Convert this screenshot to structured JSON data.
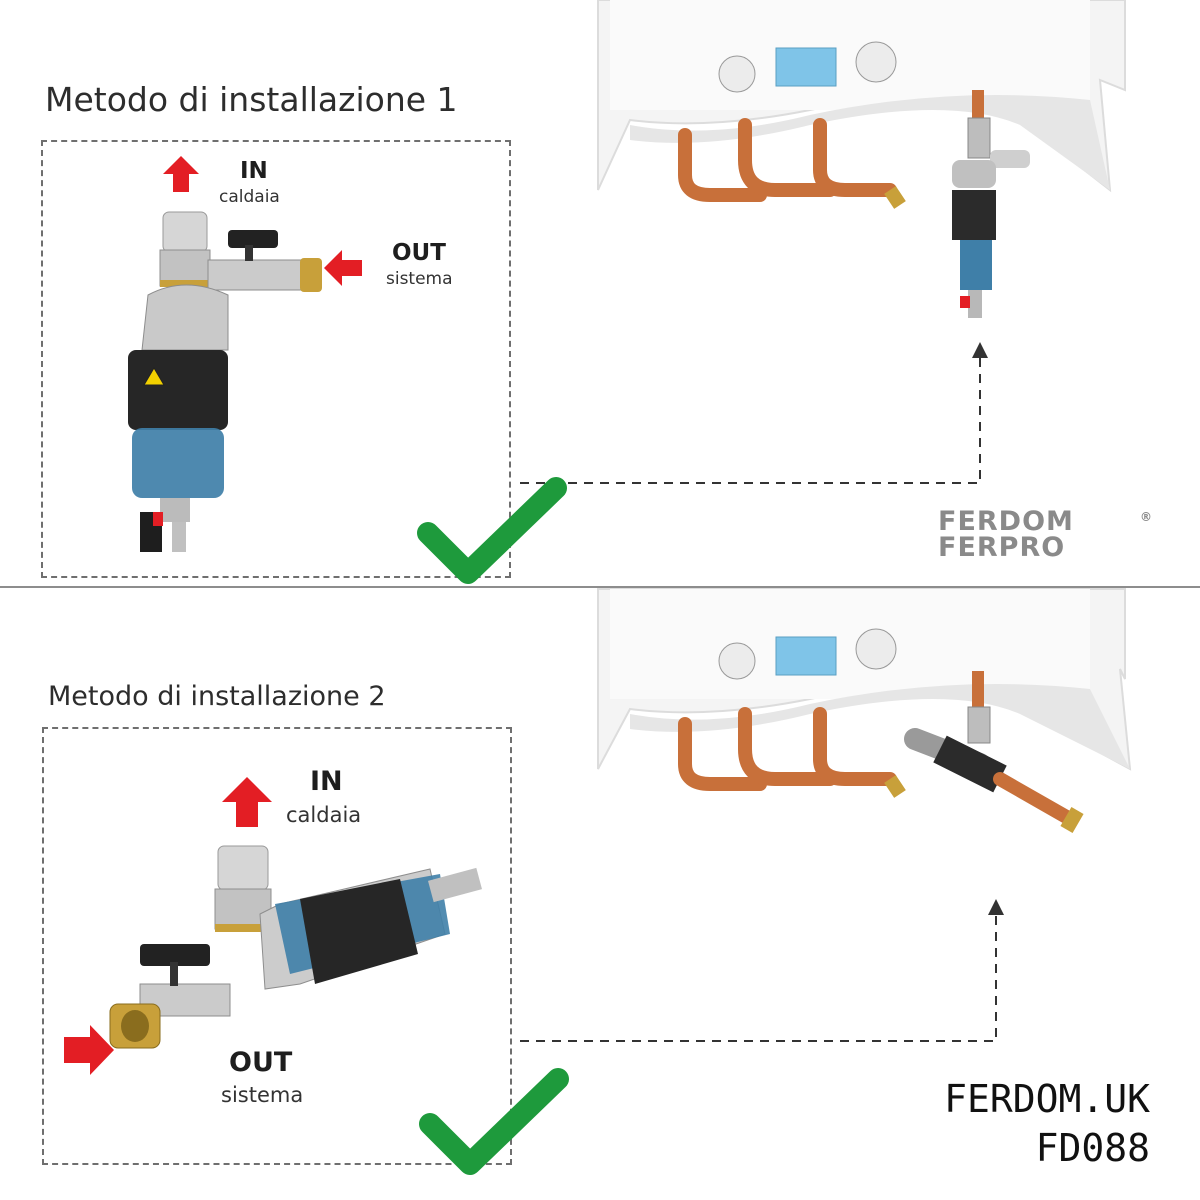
{
  "method1": {
    "title": "Metodo di installazione 1",
    "in_label": "IN",
    "in_sub": "caldaia",
    "out_label": "OUT",
    "out_sub": "sistema"
  },
  "method2": {
    "title": "Metodo di installazione 2",
    "in_label": "IN",
    "in_sub": "caldaia",
    "out_label": "OUT",
    "out_sub": "sistema"
  },
  "logo": {
    "line1": "FERDOM",
    "line2": "FERPRO",
    "mark": "®"
  },
  "brand": {
    "site": "FERDOM.UK",
    "code": "FD088"
  },
  "colors": {
    "check": "#1e9a3c",
    "arrow": "#e31e24",
    "copper": "#c8703a",
    "filter_blue": "#3f7fa8",
    "dashed": "#6f6f6f"
  },
  "icons": [
    "red-arrow-up-icon",
    "red-arrow-left-icon",
    "red-arrow-right-icon",
    "checkmark-icon",
    "dashed-connector-arrow-icon",
    "warning-label-icon"
  ]
}
